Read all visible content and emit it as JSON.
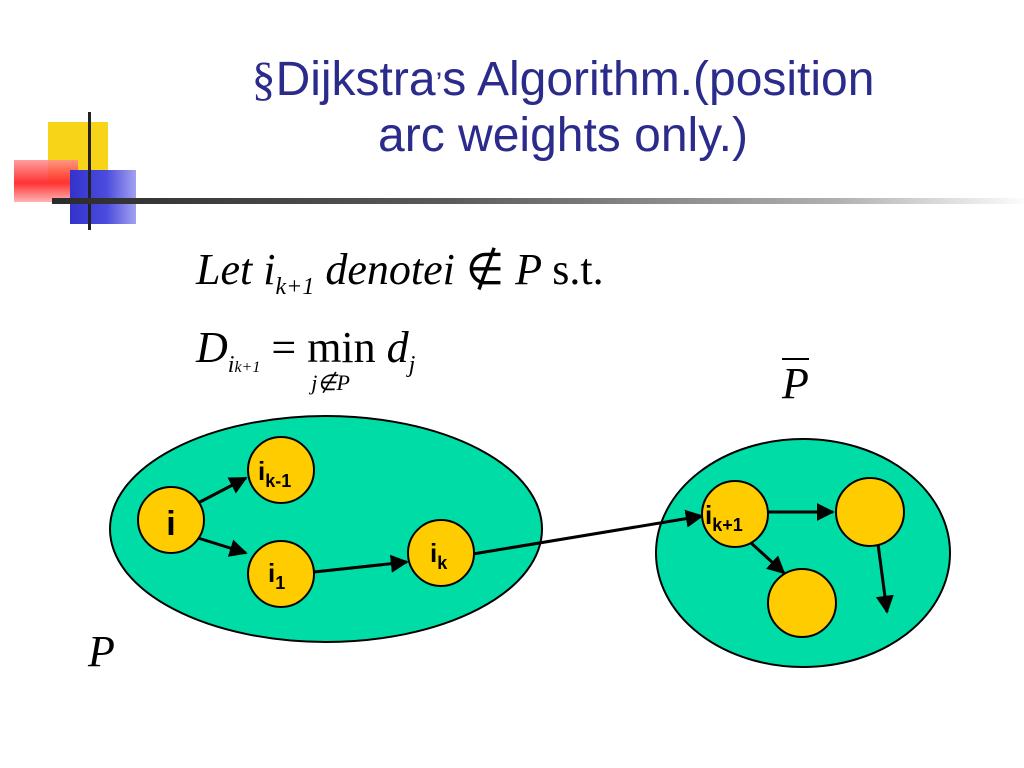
{
  "title": {
    "section_sign": "§",
    "part1": "Dijkstra",
    "apostrophe": "’",
    "part2": "s Algorithm.(position",
    "line2": "arc weights only.)"
  },
  "equations": {
    "line1": {
      "let": "Let",
      "var": "i",
      "sub": "k+1",
      "denote": "denote",
      "i": "i",
      "notin": "∉",
      "set": "P",
      "st": "s.t."
    },
    "line2": {
      "D": "D",
      "sub_i": "i",
      "sub_sub": "k+1",
      "equals": "=",
      "min": "min",
      "min_sub": "j∉P",
      "d": "d",
      "d_sub": "j"
    }
  },
  "sets": {
    "p_label": "P",
    "pbar_label": "P"
  },
  "colors": {
    "title": "#2b2b8c",
    "ellipse_fill": "#00dca6",
    "node_fill": "#ffcc00",
    "edge": "#000000"
  },
  "nodes": {
    "i": {
      "base": "i",
      "sub": ""
    },
    "i_km1": {
      "base": "i",
      "sub": "k-1"
    },
    "i_1": {
      "base": "i",
      "sub": "1"
    },
    "i_k": {
      "base": "i",
      "sub": "k"
    },
    "i_kp1": {
      "base": "i",
      "sub": "k+1"
    }
  }
}
